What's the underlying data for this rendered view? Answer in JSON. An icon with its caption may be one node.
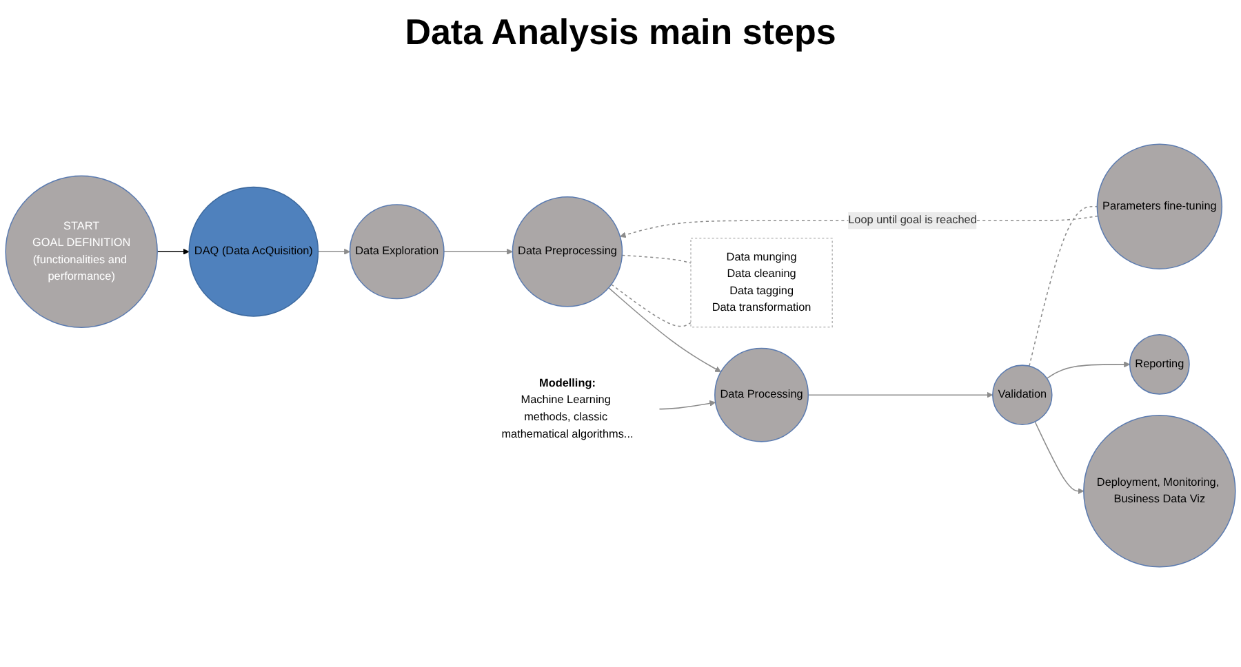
{
  "diagram": {
    "title": "Data Analysis main steps",
    "nodes": [
      {
        "text": [
          "START",
          "GOAL DEFINITION",
          "(functionalities and performance)"
        ]
      },
      {
        "text": [
          "DAQ (Data AcQuisition)"
        ]
      },
      {
        "text": [
          "Data Exploration"
        ]
      },
      {
        "text": [
          "Data Preprocessing"
        ]
      },
      {
        "text": [
          "Parameters fine-tuning"
        ]
      },
      {
        "text": [
          "Data Processing"
        ]
      },
      {
        "text": [
          "Validation"
        ]
      },
      {
        "text": [
          "Reporting"
        ]
      },
      {
        "text": [
          "Deployment, Monitoring, Business Data Viz"
        ]
      },
      {
        "text": [
          "Modelling:",
          "Machine Learning methods, classic mathematical algorithms..."
        ]
      },
      {
        "text": [
          "Data munging",
          "Data cleaning",
          "Data tagging",
          "Data transformation"
        ]
      }
    ],
    "edges": [
      {
        "from": 0,
        "to": 1,
        "arrow": "to",
        "color": "#000000"
      },
      {
        "from": 1,
        "to": 2,
        "arrow": "to"
      },
      {
        "from": 2,
        "to": 3,
        "arrow": "to"
      },
      {
        "from": 3,
        "to": 5,
        "arrow": "to"
      },
      {
        "from": 5,
        "to": 6,
        "arrow": "to"
      },
      {
        "from": 6,
        "to": 4,
        "arrow": "none",
        "style": "dashed"
      },
      {
        "from": 4,
        "to": 3,
        "arrow": "to",
        "style": "dashed",
        "label": "Loop until goal is reached"
      },
      {
        "from": 6,
        "to": 7,
        "arrow": "to"
      },
      {
        "from": 6,
        "to": 8,
        "arrow": "to"
      },
      {
        "from": 9,
        "to": 5,
        "arrow": "to"
      },
      {
        "from": 3,
        "to": 10,
        "arrow": "none",
        "style": "dashed"
      },
      {
        "from": 3,
        "to": 10,
        "arrow": "none",
        "style": "dashed"
      }
    ]
  }
}
